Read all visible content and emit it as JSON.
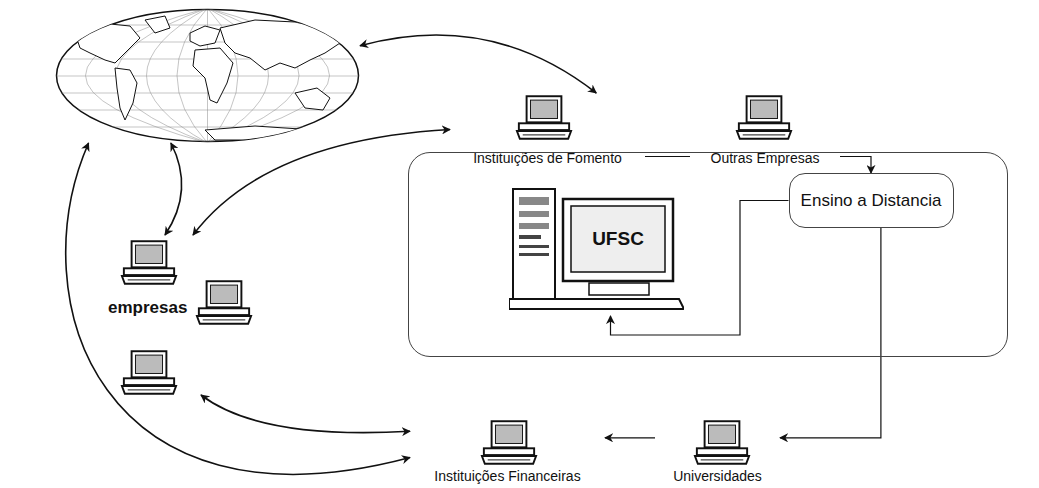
{
  "diagram": {
    "nodes": [
      {
        "text": []
      },
      {
        "text": [
          "Instituições de Fomento"
        ]
      },
      {
        "text": [
          "Outras Empresas"
        ]
      },
      {
        "text": []
      },
      {
        "text": [
          "UFSC"
        ],
        "in": 3
      },
      {
        "text": [
          "Ensino a Distancia"
        ],
        "in": 3
      },
      {
        "text": [
          "empresas"
        ]
      },
      {
        "text": [
          "Instituições Financeiras"
        ]
      },
      {
        "text": [
          "Universidades"
        ]
      }
    ],
    "edges": [
      {
        "from": 0,
        "to": 1,
        "arrow": "both"
      },
      {
        "from": 0,
        "to": 6,
        "arrow": "both"
      },
      {
        "from": 6,
        "to": 1,
        "arrow": "both"
      },
      {
        "from": 0,
        "to": 7,
        "arrow": "both"
      },
      {
        "from": 6,
        "to": 7,
        "arrow": "both"
      },
      {
        "from": 1,
        "to": 2,
        "arrow": "none"
      },
      {
        "from": 2,
        "to": 5,
        "arrow": "to"
      },
      {
        "from": 5,
        "to": 4,
        "arrow": "to"
      },
      {
        "from": 5,
        "to": 8,
        "arrow": "to"
      },
      {
        "from": 8,
        "to": 7,
        "arrow": "to"
      }
    ]
  }
}
